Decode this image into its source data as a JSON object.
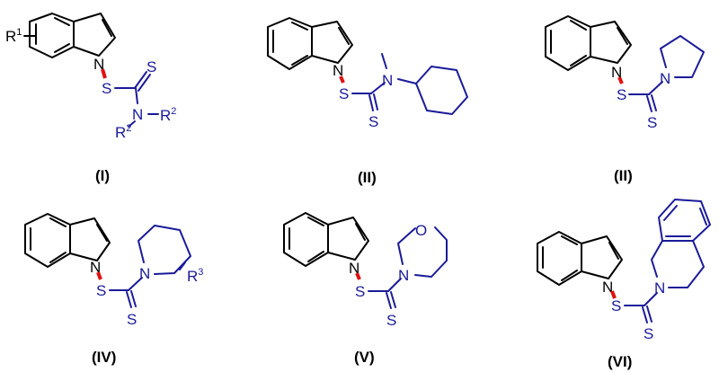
{
  "figure": {
    "colors": {
      "core": "#000000",
      "substituent": "#1a1a9a",
      "highlight_bond": "#e01010",
      "background": "#ffffff"
    },
    "compounds": [
      {
        "label": "(I)",
        "description": "R1-substituted indole N-S dithiocarbamate with N(R2)2",
        "atoms": {
          "n_indole": "N",
          "s_link": "S",
          "s_thione": "S",
          "n_amine": "N",
          "r1": "R",
          "r1_sup": "1",
          "r2a": "R",
          "r2a_sup": "2",
          "r2b": "R",
          "r2b_sup": "2"
        }
      },
      {
        "label": "(II)",
        "description": "indole N-S dithiocarbamate with N-methyl-N-cyclohexyl amine",
        "atoms": {
          "n_indole": "N",
          "s_link": "S",
          "s_thione": "S",
          "n_amine": "N"
        }
      },
      {
        "label": "(II)",
        "description": "indole N-S dithiocarbamate with pyrrolidine",
        "atoms": {
          "n_indole": "N",
          "s_link": "S",
          "s_thione": "S",
          "n_amine": "N"
        }
      },
      {
        "label": "(IV)",
        "description": "indole N-S dithiocarbamate with R3-substituted piperidine",
        "atoms": {
          "n_indole": "N",
          "s_link": "S",
          "s_thione": "S",
          "n_amine": "N",
          "r3": "R",
          "r3_sup": "3"
        }
      },
      {
        "label": "(V)",
        "description": "indole N-S dithiocarbamate with morpholine",
        "atoms": {
          "n_indole": "N",
          "s_link": "S",
          "s_thione": "S",
          "n_amine": "N",
          "o_ring": "O"
        }
      },
      {
        "label": "(VI)",
        "description": "indole N-S dithiocarbamate with tetrahydroisoquinoline",
        "atoms": {
          "n_indole": "N",
          "s_link": "S",
          "s_thione": "S",
          "n_amine": "N"
        }
      }
    ]
  }
}
